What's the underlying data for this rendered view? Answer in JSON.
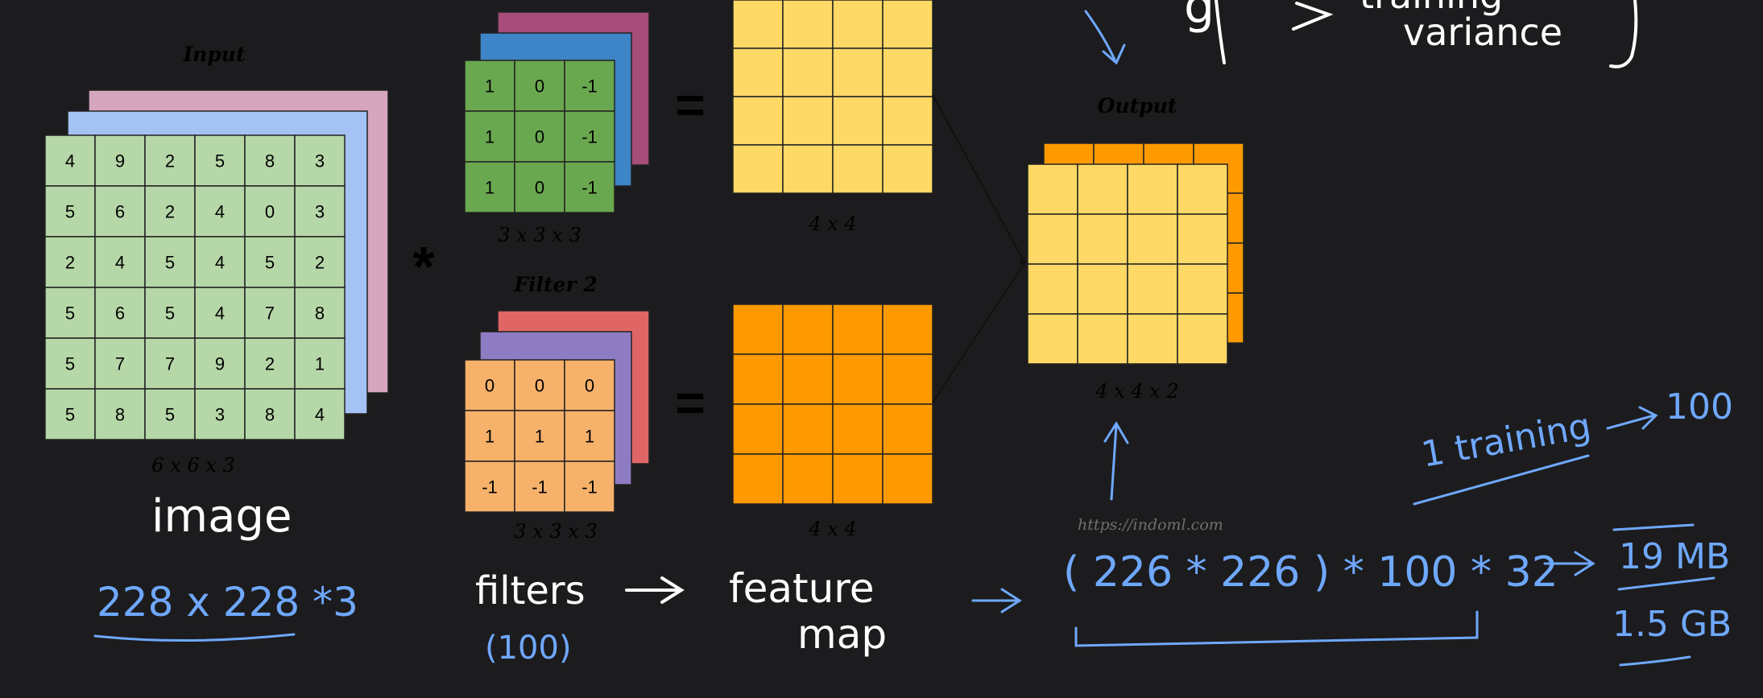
{
  "colors": {
    "background": "#1c1c1e",
    "input_front": "#b6d7a8",
    "input_mid": "#a4c2f4",
    "input_back": "#d5a6bd",
    "filter1_front": "#6aa84f",
    "filter1_mid": "#3d85c6",
    "filter1_back": "#a64d79",
    "filter2_front": "#f6b26b",
    "filter2_mid": "#8e7cc3",
    "filter2_back": "#e06666",
    "map_yellow": "#ffd966",
    "map_orange": "#ff9900",
    "ink_white": "#ffffff",
    "ink_blue": "#6fa8ff",
    "grid_line": "#222222"
  },
  "input": {
    "title": "Input",
    "dims": "6 x 6 x 3",
    "grid": [
      [
        4,
        9,
        2,
        5,
        8,
        3
      ],
      [
        5,
        6,
        2,
        4,
        0,
        3
      ],
      [
        2,
        4,
        5,
        4,
        5,
        2
      ],
      [
        5,
        6,
        5,
        4,
        7,
        8
      ],
      [
        5,
        7,
        7,
        9,
        2,
        1
      ],
      [
        5,
        8,
        5,
        3,
        8,
        4
      ]
    ]
  },
  "operator": "*",
  "equals": "=",
  "filter1": {
    "dims": "3 x 3 x 3",
    "grid": [
      [
        1,
        0,
        -1
      ],
      [
        1,
        0,
        -1
      ],
      [
        1,
        0,
        -1
      ]
    ]
  },
  "filter2": {
    "title": "Filter 2",
    "dims": "3 x 3 x 3",
    "grid": [
      [
        0,
        0,
        0
      ],
      [
        1,
        1,
        1
      ],
      [
        -1,
        -1,
        -1
      ]
    ]
  },
  "feature_map1": {
    "dims": "4 x 4"
  },
  "feature_map2": {
    "dims": "4 x 4"
  },
  "output": {
    "title": "Output",
    "dims": "4 x 4 x 2"
  },
  "watermark": "https://indoml.com",
  "annotations": {
    "image": "image",
    "image_size": "228 x 228 *3",
    "filters": "filters",
    "filters_count": "(100)",
    "feature": "feature",
    "map": "map",
    "calc": "( 226 * 226 ) * 100 * 32",
    "arrow": "→",
    "size_mb": "19 MB",
    "size_gb": "1.5 GB",
    "one_training": "1 training",
    "hundred": "100",
    "top_g": "g",
    "top_training": "training",
    "top_variance": "variance"
  }
}
